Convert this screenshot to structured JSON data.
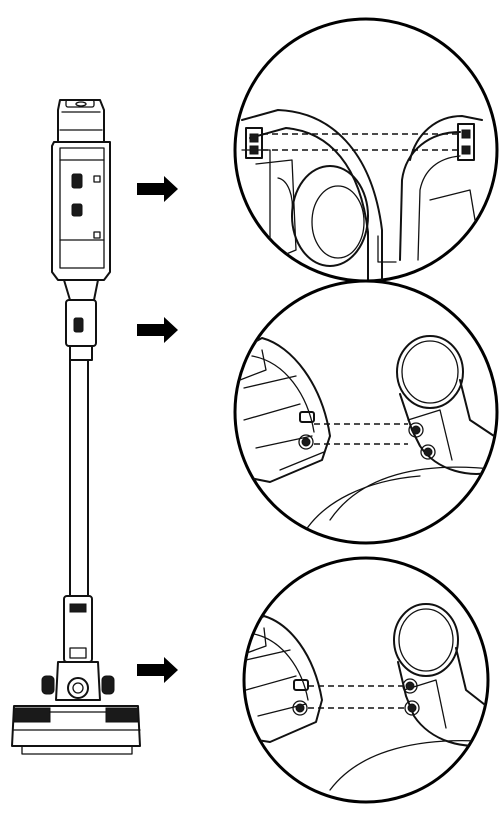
{
  "figure": {
    "kind": "assembly-diagram",
    "background": "#ffffff",
    "line_color": "#111111",
    "icons": [
      "stick-vacuum-icon",
      "arrow-right-icon",
      "detail-magnifier-icon",
      "dashed-alignment-line"
    ],
    "callouts": [
      {
        "id": "motor-body",
        "arrow": "arrow-right-icon"
      },
      {
        "id": "tube-top",
        "arrow": "arrow-right-icon"
      },
      {
        "id": "floor-head",
        "arrow": "arrow-right-icon"
      }
    ]
  }
}
